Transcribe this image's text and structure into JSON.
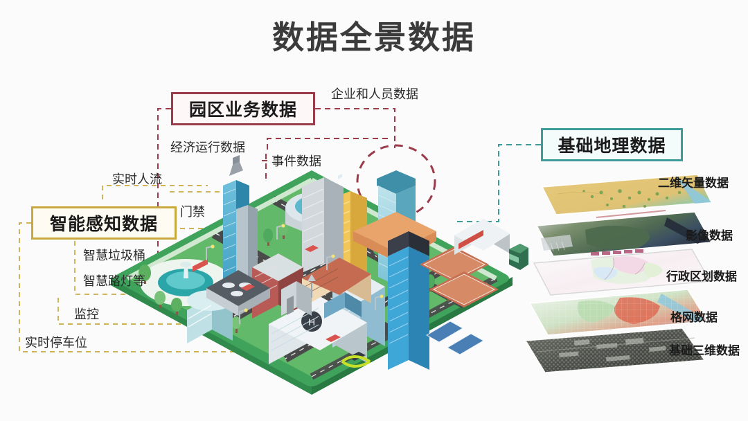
{
  "header": {
    "title": "数据全景数据"
  },
  "colors": {
    "background": "#fbfbfb",
    "title_text": "#3b3b3b",
    "park_accent": "#9b3b4a",
    "sense_accent": "#c9a83c",
    "geo_accent": "#3f9a9a",
    "city_platform": "#3fa35c",
    "city_grass": "#5cb85c",
    "road": "#4a4a4a"
  },
  "categories": [
    {
      "id": "park-business",
      "label": "园区业务数据",
      "accent": "#9b3b4a",
      "items": [
        {
          "id": "enterprise",
          "label": "企业和人员数据"
        },
        {
          "id": "economy",
          "label": "经济运行数据"
        },
        {
          "id": "event",
          "label": "事件数据"
        }
      ]
    },
    {
      "id": "smart-sensing",
      "label": "智能感知数据",
      "accent": "#c9a83c",
      "items": [
        {
          "id": "flow",
          "label": "实时人流"
        },
        {
          "id": "access",
          "label": "门禁"
        },
        {
          "id": "bin",
          "label": "智慧垃圾桶"
        },
        {
          "id": "lamp",
          "label": "智慧路灯等"
        },
        {
          "id": "monitor",
          "label": "监控"
        },
        {
          "id": "parking",
          "label": "实时停车位"
        }
      ]
    },
    {
      "id": "base-geographic",
      "label": "基础地理数据",
      "accent": "#3f9a9a",
      "items": [
        {
          "id": "vector2d",
          "label": "二维矢量数据"
        },
        {
          "id": "imagery",
          "label": "影像数据"
        },
        {
          "id": "admin",
          "label": "行政区划数据"
        },
        {
          "id": "grid",
          "label": "格网数据"
        },
        {
          "id": "base3d",
          "label": "基础三维数据"
        }
      ]
    }
  ],
  "map_layers": [
    {
      "id": "vector2d",
      "label": "二维矢量数据",
      "tint": "#e8c97a"
    },
    {
      "id": "imagery",
      "label": "影像数据",
      "tint": "#6d7f63"
    },
    {
      "id": "admin",
      "label": "行政区划数据",
      "tint": "#f0dce6"
    },
    {
      "id": "grid",
      "label": "格网数据",
      "tint": "#cfe0c4"
    },
    {
      "id": "base3d",
      "label": "基础三维数据",
      "tint": "#585858"
    }
  ],
  "illustration": {
    "id": "isometric-smart-city",
    "description": "等轴测智慧园区城市沙盘"
  }
}
